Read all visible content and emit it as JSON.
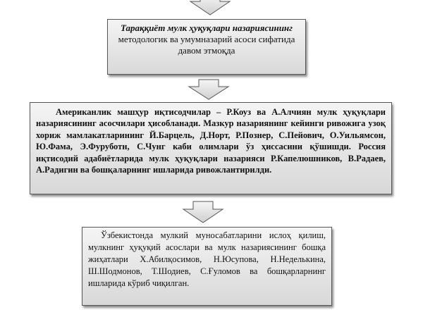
{
  "boxes": {
    "top": {
      "emphasis": "Тараққиёт мулк ҳуқуқлари назариясининг",
      "rest": " методологик ва умумназарий асоси сифатида давом этмоқда"
    },
    "middle": {
      "text": "Американлик машҳур иқтисодчилар – Р.Коуз ва А.Алчиян мулк ҳуқуқлари назариясининг асосчилари ҳисобланади. Мазкур назариянинг кейинги ривожига узоқ хориж мамлакатларининг Й.Барцель, Д.Норт, Р.Познер, С.Пейович, О.Уильямсон, Ю.Фама, Э.Фуруботн, С.Чунг каби олимлари ўз ҳиссасини қўшишди. Россия иқтисодий адабиётларида мулк ҳуқуқлари назарияси Р.Капелюшников, В.Радаев, А.Радигин ва бошқаларнинг ишларида ривожлантирилди."
    },
    "bottom": {
      "text": "Ўзбекистонда мулкий муносабатларини ислоҳ қилиш, мулкнинг ҳуқуқий асослари ва мулк назариясининг бошқа жиҳатлари Х.Абилқосимов, Н.Юсупова, Н.Неделькина, Ш.Шодмонов, Т.Шодиев, С.Ғуломов ва бошқарларнинг ишларида кўриб чиқилган."
    }
  },
  "colors": {
    "box_top": "#f4f4f4",
    "box_bottom": "#d8d8d8",
    "border": "#555555"
  }
}
